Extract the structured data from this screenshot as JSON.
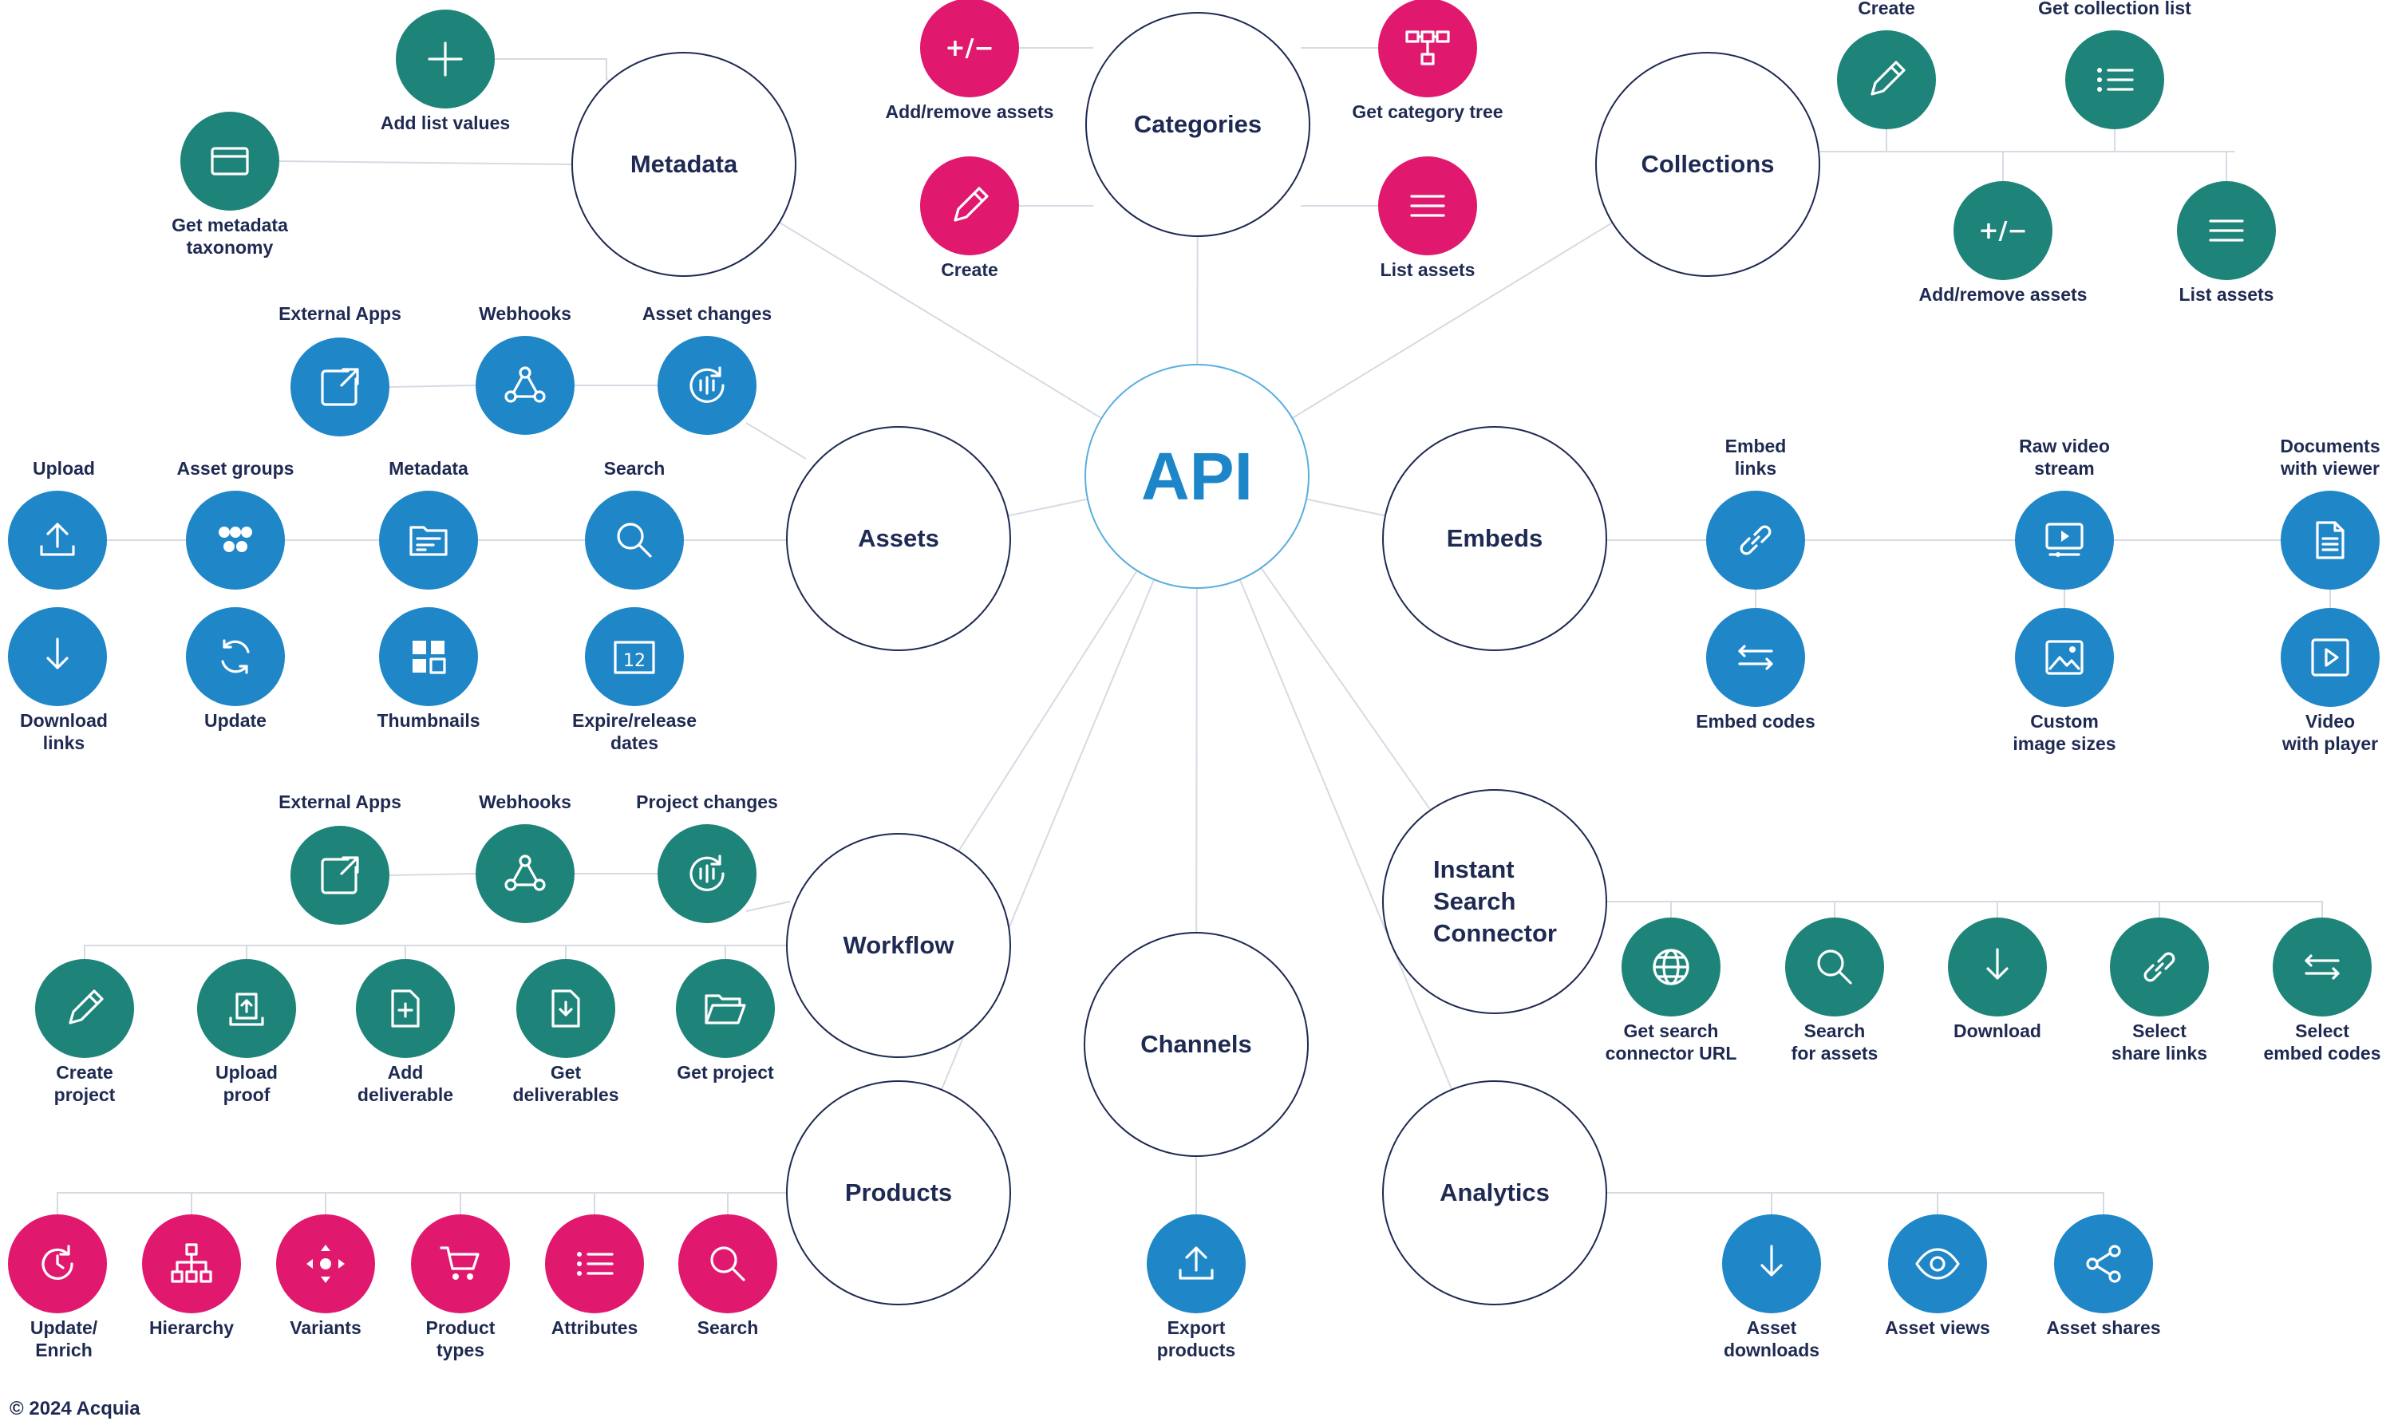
{
  "center": {
    "title": "API"
  },
  "footer": "© 2024 Acquia",
  "hubs": [
    {
      "id": "metadata",
      "label": "Metadata"
    },
    {
      "id": "categories",
      "label": "Categories"
    },
    {
      "id": "collections",
      "label": "Collections"
    },
    {
      "id": "assets",
      "label": "Assets"
    },
    {
      "id": "embeds",
      "label": "Embeds"
    },
    {
      "id": "workflow",
      "label": "Workflow"
    },
    {
      "id": "instant-search",
      "label": "Instant\nSearch\nConnector"
    },
    {
      "id": "channels",
      "label": "Channels"
    },
    {
      "id": "products",
      "label": "Products"
    },
    {
      "id": "analytics",
      "label": "Analytics"
    }
  ],
  "nodes": [
    {
      "id": "add-list-values",
      "label": "Add list values",
      "icon": "plus-icon",
      "color": "teal"
    },
    {
      "id": "get-metadata-taxonomy",
      "label": "Get metadata\ntaxonomy",
      "icon": "card-icon",
      "color": "teal"
    },
    {
      "id": "cat-add-remove",
      "label": "Add/remove assets",
      "icon": "plus-minus-icon",
      "color": "pink"
    },
    {
      "id": "cat-create",
      "label": "Create",
      "icon": "pencil-icon",
      "color": "pink"
    },
    {
      "id": "cat-tree",
      "label": "Get category tree",
      "icon": "tree-icon",
      "color": "pink"
    },
    {
      "id": "cat-list",
      "label": "List assets",
      "icon": "lines-icon",
      "color": "pink"
    },
    {
      "id": "col-create",
      "label": "Create",
      "icon": "pencil-icon",
      "color": "teal"
    },
    {
      "id": "col-get-list",
      "label": "Get collection list",
      "icon": "bullet-list-icon",
      "color": "teal"
    },
    {
      "id": "col-add-remove",
      "label": "Add/remove assets",
      "icon": "plus-minus-icon",
      "color": "teal"
    },
    {
      "id": "col-list",
      "label": "List assets",
      "icon": "lines-icon",
      "color": "teal"
    },
    {
      "id": "as-external-apps",
      "label": "External Apps",
      "icon": "external-app-icon",
      "color": "blue"
    },
    {
      "id": "as-webhooks",
      "label": "Webhooks",
      "icon": "webhook-icon",
      "color": "blue"
    },
    {
      "id": "as-changes",
      "label": "Asset changes",
      "icon": "changes-icon",
      "color": "blue"
    },
    {
      "id": "as-upload",
      "label": "Upload",
      "icon": "upload-icon",
      "color": "blue"
    },
    {
      "id": "as-groups",
      "label": "Asset groups",
      "icon": "dots-group-icon",
      "color": "blue"
    },
    {
      "id": "as-metadata",
      "label": "Metadata",
      "icon": "folder-form-icon",
      "color": "blue"
    },
    {
      "id": "as-search",
      "label": "Search",
      "icon": "search-icon",
      "color": "blue"
    },
    {
      "id": "as-download-links",
      "label": "Download\nlinks",
      "icon": "download-icon",
      "color": "blue"
    },
    {
      "id": "as-update",
      "label": "Update",
      "icon": "refresh-icon",
      "color": "blue"
    },
    {
      "id": "as-thumbnails",
      "label": "Thumbnails",
      "icon": "grid-icon",
      "color": "blue"
    },
    {
      "id": "as-expire",
      "label": "Expire/release\ndates",
      "icon": "calendar-icon",
      "color": "blue"
    },
    {
      "id": "em-embed-links",
      "label": "Embed\nlinks",
      "icon": "link-icon",
      "color": "blue"
    },
    {
      "id": "em-raw-video",
      "label": "Raw video\nstream",
      "icon": "video-screen-icon",
      "color": "blue"
    },
    {
      "id": "em-documents",
      "label": "Documents\nwith viewer",
      "icon": "document-icon",
      "color": "blue"
    },
    {
      "id": "em-codes",
      "label": "Embed codes",
      "icon": "embed-code-icon",
      "color": "blue"
    },
    {
      "id": "em-custom-sizes",
      "label": "Custom\nimage sizes",
      "icon": "image-icon",
      "color": "blue"
    },
    {
      "id": "em-video-player",
      "label": "Video\nwith player",
      "icon": "play-icon",
      "color": "blue"
    },
    {
      "id": "wf-external-apps",
      "label": "External Apps",
      "icon": "external-app-icon",
      "color": "teal"
    },
    {
      "id": "wf-webhooks",
      "label": "Webhooks",
      "icon": "webhook-icon",
      "color": "teal"
    },
    {
      "id": "wf-changes",
      "label": "Project changes",
      "icon": "changes-icon",
      "color": "teal"
    },
    {
      "id": "wf-create-project",
      "label": "Create\nproject",
      "icon": "pencil-icon",
      "color": "teal"
    },
    {
      "id": "wf-upload-proof",
      "label": "Upload\nproof",
      "icon": "upload-tray-icon",
      "color": "teal"
    },
    {
      "id": "wf-add-deliverable",
      "label": "Add\ndeliverable",
      "icon": "file-plus-icon",
      "color": "teal"
    },
    {
      "id": "wf-get-deliverables",
      "label": "Get\ndeliverables",
      "icon": "file-download-icon",
      "color": "teal"
    },
    {
      "id": "wf-get-project",
      "label": "Get project",
      "icon": "open-folder-icon",
      "color": "teal"
    },
    {
      "id": "isc-url",
      "label": "Get search\nconnector URL",
      "icon": "globe-icon",
      "color": "teal"
    },
    {
      "id": "isc-search",
      "label": "Search\nfor assets",
      "icon": "search-icon",
      "color": "teal"
    },
    {
      "id": "isc-download",
      "label": "Download",
      "icon": "download-icon",
      "color": "teal"
    },
    {
      "id": "isc-share-links",
      "label": "Select\nshare links",
      "icon": "link-icon",
      "color": "teal"
    },
    {
      "id": "isc-embed-codes",
      "label": "Select\nembed codes",
      "icon": "embed-code-icon",
      "color": "teal"
    },
    {
      "id": "pr-update",
      "label": "Update/\nEnrich",
      "icon": "clock-refresh-icon",
      "color": "pink"
    },
    {
      "id": "pr-hierarchy",
      "label": "Hierarchy",
      "icon": "hierarchy-icon",
      "color": "pink"
    },
    {
      "id": "pr-variants",
      "label": "Variants",
      "icon": "variants-icon",
      "color": "pink"
    },
    {
      "id": "pr-types",
      "label": "Product\ntypes",
      "icon": "cart-icon",
      "color": "pink"
    },
    {
      "id": "pr-attributes",
      "label": "Attributes",
      "icon": "bullet-list-icon",
      "color": "pink"
    },
    {
      "id": "pr-search",
      "label": "Search",
      "icon": "search-icon",
      "color": "pink"
    },
    {
      "id": "ch-export",
      "label": "Export\nproducts",
      "icon": "upload-icon",
      "color": "blue"
    },
    {
      "id": "an-downloads",
      "label": "Asset\ndownloads",
      "icon": "download-icon",
      "color": "blue"
    },
    {
      "id": "an-views",
      "label": "Asset views",
      "icon": "eye-icon",
      "color": "blue"
    },
    {
      "id": "an-shares",
      "label": "Asset shares",
      "icon": "share-icon",
      "color": "blue"
    }
  ],
  "colors": {
    "pink": "#e0196f",
    "teal": "#1e8379",
    "blue": "#1f86c8",
    "navy": "#1f2a52",
    "api": "#1d86c8"
  }
}
